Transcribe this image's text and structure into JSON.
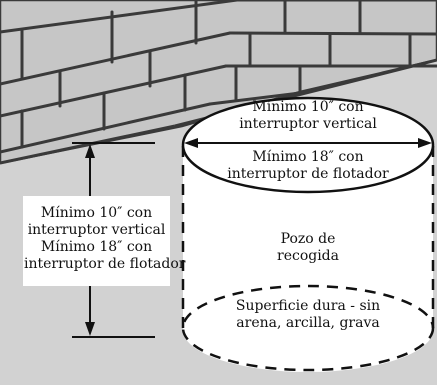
{
  "top_ellipse": {
    "upper_text": [
      "Mínimo 10″ con",
      "interruptor vertical"
    ],
    "lower_text": [
      "Mínimo 18″ con",
      "interruptor de flotador"
    ]
  },
  "depth_label": [
    "Mínimo 10″ con",
    "interruptor vertical",
    "Mínimo 18″ con",
    "interruptor de flotador"
  ],
  "pit_label": [
    "Pozo de",
    "recogida"
  ],
  "bottom_label": [
    "Superficie dura - sin",
    "arena, arcilla, grava"
  ],
  "colors": {
    "wall": "#c8c8c8",
    "mortar": "#4a4a4a",
    "floor": "#d2d2d2",
    "pit": "#ffffff",
    "line": "#111111"
  }
}
